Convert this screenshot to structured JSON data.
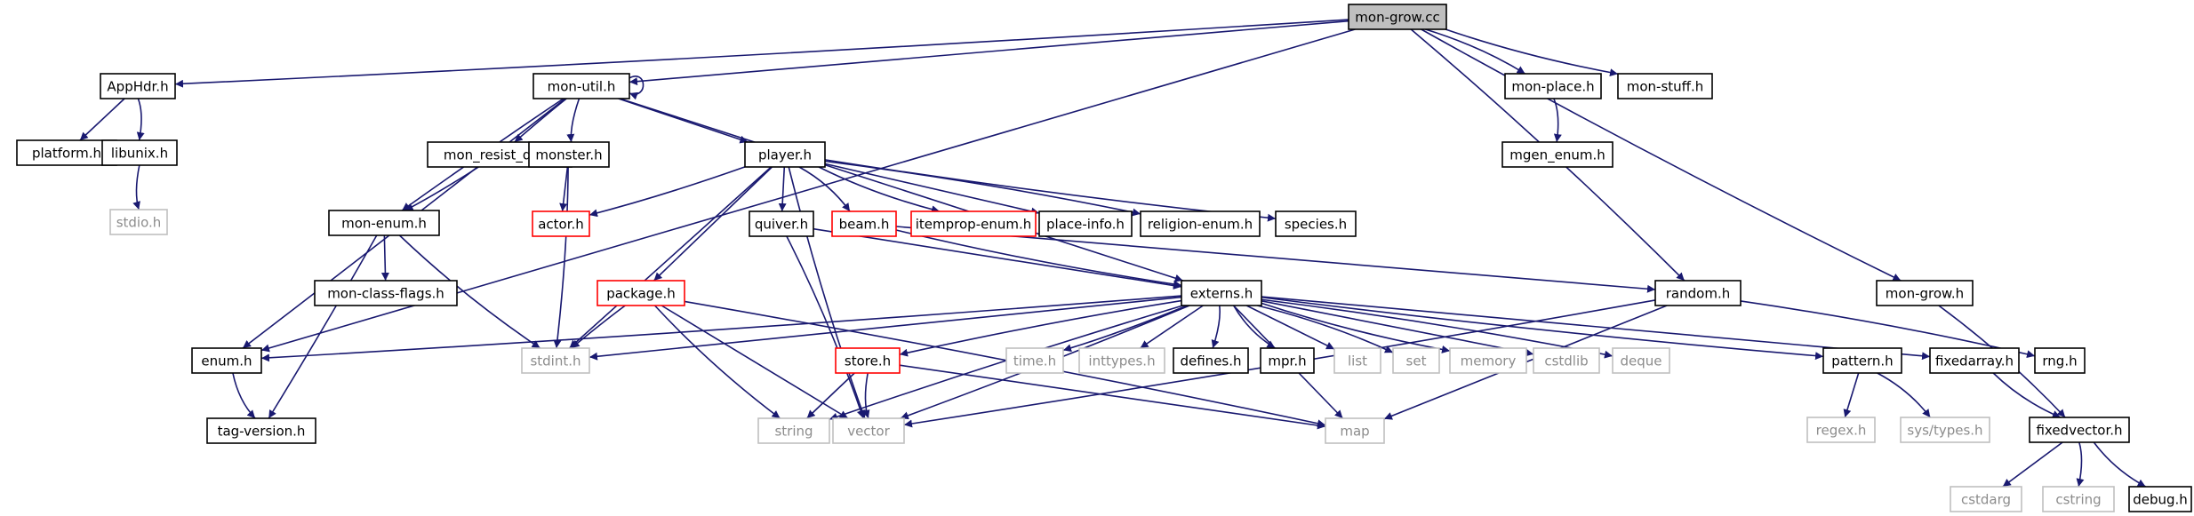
{
  "colors": {
    "edge": "#191970",
    "node_border": "#000000",
    "missing_border": "#bfbfbf",
    "truncated_border": "#ff0000",
    "root_fill": "#bfbfbf",
    "text": "#000000",
    "missing_text": "#8c8c8c"
  },
  "nodes": [
    {
      "id": "mon_grow_cc",
      "label": "mon-grow.cc",
      "style": "root"
    },
    {
      "id": "apphdr",
      "label": "AppHdr.h",
      "style": "normal"
    },
    {
      "id": "mon_util",
      "label": "mon-util.h",
      "style": "normal"
    },
    {
      "id": "mon_place",
      "label": "mon-place.h",
      "style": "normal"
    },
    {
      "id": "mon_stuff",
      "label": "mon-stuff.h",
      "style": "normal"
    },
    {
      "id": "platform",
      "label": "platform.h",
      "style": "normal"
    },
    {
      "id": "libunix",
      "label": "libunix.h",
      "style": "normal"
    },
    {
      "id": "mon_resist_def",
      "label": "mon_resist_def.h",
      "style": "normal"
    },
    {
      "id": "monster",
      "label": "monster.h",
      "style": "normal"
    },
    {
      "id": "player",
      "label": "player.h",
      "style": "normal"
    },
    {
      "id": "mgen_enum",
      "label": "mgen_enum.h",
      "style": "normal"
    },
    {
      "id": "stdio",
      "label": "stdio.h",
      "style": "missing"
    },
    {
      "id": "mon_enum",
      "label": "mon-enum.h",
      "style": "normal"
    },
    {
      "id": "actor",
      "label": "actor.h",
      "style": "truncated"
    },
    {
      "id": "quiver",
      "label": "quiver.h",
      "style": "normal"
    },
    {
      "id": "beam",
      "label": "beam.h",
      "style": "truncated"
    },
    {
      "id": "itemprop_enum",
      "label": "itemprop-enum.h",
      "style": "truncated"
    },
    {
      "id": "place_info",
      "label": "place-info.h",
      "style": "normal"
    },
    {
      "id": "religion_enum",
      "label": "religion-enum.h",
      "style": "normal"
    },
    {
      "id": "species",
      "label": "species.h",
      "style": "normal"
    },
    {
      "id": "package",
      "label": "package.h",
      "style": "truncated"
    },
    {
      "id": "mon_class_flags",
      "label": "mon-class-flags.h",
      "style": "normal"
    },
    {
      "id": "externs",
      "label": "externs.h",
      "style": "normal"
    },
    {
      "id": "random",
      "label": "random.h",
      "style": "normal"
    },
    {
      "id": "mon_grow_h",
      "label": "mon-grow.h",
      "style": "normal"
    },
    {
      "id": "enum",
      "label": "enum.h",
      "style": "normal"
    },
    {
      "id": "stdint",
      "label": "stdint.h",
      "style": "missing"
    },
    {
      "id": "store",
      "label": "store.h",
      "style": "truncated"
    },
    {
      "id": "time",
      "label": "time.h",
      "style": "missing"
    },
    {
      "id": "inttypes",
      "label": "inttypes.h",
      "style": "missing"
    },
    {
      "id": "defines",
      "label": "defines.h",
      "style": "normal"
    },
    {
      "id": "mpr",
      "label": "mpr.h",
      "style": "normal"
    },
    {
      "id": "list",
      "label": "list",
      "style": "missing"
    },
    {
      "id": "set",
      "label": "set",
      "style": "missing"
    },
    {
      "id": "memory",
      "label": "memory",
      "style": "missing"
    },
    {
      "id": "cstdlib",
      "label": "cstdlib",
      "style": "missing"
    },
    {
      "id": "deque",
      "label": "deque",
      "style": "missing"
    },
    {
      "id": "pattern",
      "label": "pattern.h",
      "style": "normal"
    },
    {
      "id": "fixedarray",
      "label": "fixedarray.h",
      "style": "normal"
    },
    {
      "id": "rng",
      "label": "rng.h",
      "style": "normal"
    },
    {
      "id": "tag_version",
      "label": "tag-version.h",
      "style": "normal"
    },
    {
      "id": "string",
      "label": "string",
      "style": "missing"
    },
    {
      "id": "vector",
      "label": "vector",
      "style": "missing"
    },
    {
      "id": "map",
      "label": "map",
      "style": "missing"
    },
    {
      "id": "regex",
      "label": "regex.h",
      "style": "missing"
    },
    {
      "id": "sys_types",
      "label": "sys/types.h",
      "style": "missing"
    },
    {
      "id": "fixedvector",
      "label": "fixedvector.h",
      "style": "normal"
    },
    {
      "id": "cstdarg",
      "label": "cstdarg",
      "style": "missing"
    },
    {
      "id": "cstring",
      "label": "cstring",
      "style": "missing"
    },
    {
      "id": "debug",
      "label": "debug.h",
      "style": "normal"
    }
  ],
  "edges": [
    [
      "mon_grow_cc",
      "apphdr"
    ],
    [
      "mon_grow_cc",
      "mon_util"
    ],
    [
      "mon_grow_cc",
      "mon_place"
    ],
    [
      "mon_grow_cc",
      "mon_stuff"
    ],
    [
      "mon_grow_cc",
      "enum"
    ],
    [
      "mon_grow_cc",
      "random"
    ],
    [
      "mon_grow_cc",
      "mon_grow_h"
    ],
    [
      "apphdr",
      "platform"
    ],
    [
      "apphdr",
      "libunix"
    ],
    [
      "libunix",
      "stdio"
    ],
    [
      "mon_util",
      "mon_util"
    ],
    [
      "mon_util",
      "mon_resist_def"
    ],
    [
      "mon_util",
      "monster"
    ],
    [
      "mon_util",
      "player"
    ],
    [
      "mon_util",
      "mon_enum"
    ],
    [
      "mon_util",
      "enum"
    ],
    [
      "mon_util",
      "externs"
    ],
    [
      "mon_place",
      "mgen_enum"
    ],
    [
      "mon_resist_def",
      "mon_enum"
    ],
    [
      "monster",
      "actor"
    ],
    [
      "monster",
      "stdint"
    ],
    [
      "player",
      "actor"
    ],
    [
      "player",
      "quiver"
    ],
    [
      "player",
      "beam"
    ],
    [
      "player",
      "itemprop_enum"
    ],
    [
      "player",
      "place_info"
    ],
    [
      "player",
      "religion_enum"
    ],
    [
      "player",
      "species"
    ],
    [
      "player",
      "package"
    ],
    [
      "player",
      "stdint"
    ],
    [
      "player",
      "vector"
    ],
    [
      "mon_enum",
      "mon_class_flags"
    ],
    [
      "mon_enum",
      "tag_version"
    ],
    [
      "mon_enum",
      "stdint"
    ],
    [
      "quiver",
      "externs"
    ],
    [
      "quiver",
      "vector"
    ],
    [
      "beam",
      "externs"
    ],
    [
      "beam",
      "random"
    ],
    [
      "package",
      "stdint"
    ],
    [
      "package",
      "string"
    ],
    [
      "package",
      "vector"
    ],
    [
      "package",
      "map"
    ],
    [
      "externs",
      "enum"
    ],
    [
      "externs",
      "stdint"
    ],
    [
      "externs",
      "store"
    ],
    [
      "externs",
      "time"
    ],
    [
      "externs",
      "inttypes"
    ],
    [
      "externs",
      "defines"
    ],
    [
      "externs",
      "mpr"
    ],
    [
      "externs",
      "list"
    ],
    [
      "externs",
      "set"
    ],
    [
      "externs",
      "memory"
    ],
    [
      "externs",
      "cstdlib"
    ],
    [
      "externs",
      "deque"
    ],
    [
      "externs",
      "pattern"
    ],
    [
      "externs",
      "fixedarray"
    ],
    [
      "externs",
      "string"
    ],
    [
      "externs",
      "vector"
    ],
    [
      "externs",
      "map"
    ],
    [
      "store",
      "string"
    ],
    [
      "store",
      "vector"
    ],
    [
      "store",
      "map"
    ],
    [
      "random",
      "rng"
    ],
    [
      "random",
      "vector"
    ],
    [
      "random",
      "map"
    ],
    [
      "mon_grow_h",
      "fixedvector"
    ],
    [
      "enum",
      "tag_version"
    ],
    [
      "pattern",
      "regex"
    ],
    [
      "pattern",
      "sys_types"
    ],
    [
      "fixedarray",
      "fixedvector"
    ],
    [
      "fixedvector",
      "cstdarg"
    ],
    [
      "fixedvector",
      "cstring"
    ],
    [
      "fixedvector",
      "debug"
    ]
  ]
}
